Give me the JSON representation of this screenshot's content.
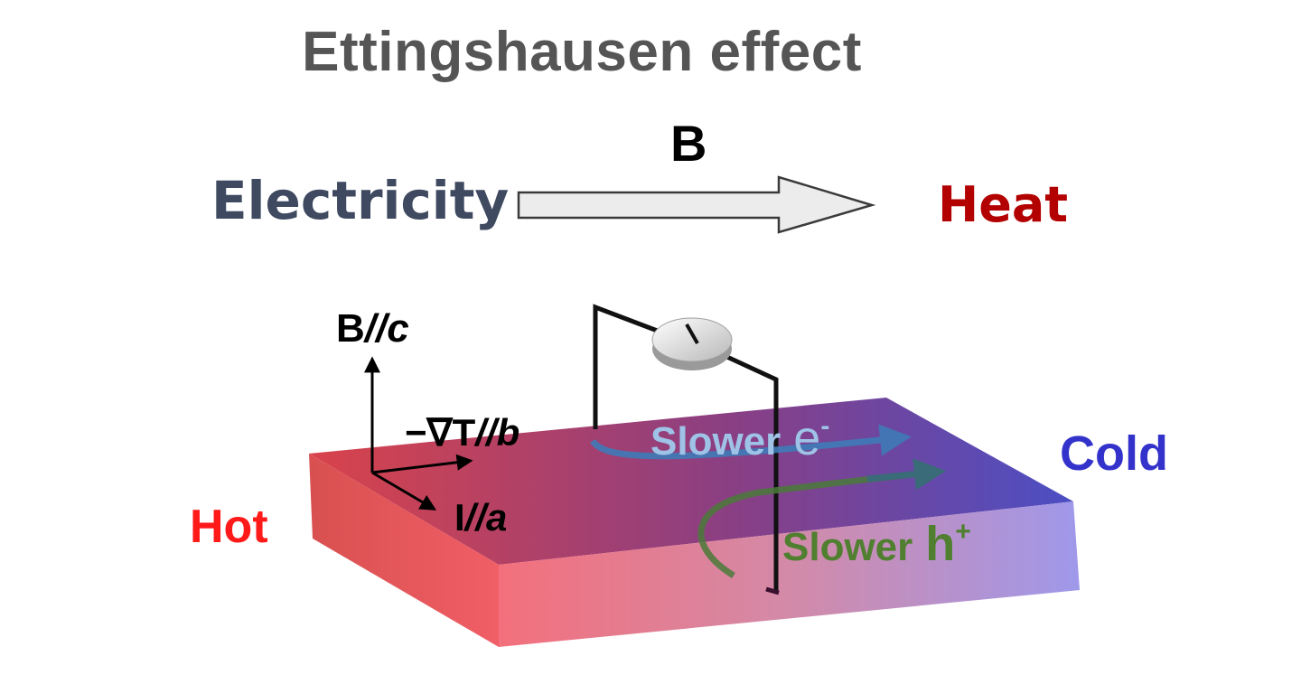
{
  "title": "Ettingshausen effect",
  "conversion": {
    "from": "Electricity",
    "field": "B",
    "to": "Heat"
  },
  "sample": {
    "hot_label": "Hot",
    "cold_label": "Cold",
    "hot_color": "#ff3b3b",
    "cold_color": "#5a5af0"
  },
  "axes": {
    "c": {
      "prefix": "B",
      "sep": "//",
      "dir": "c"
    },
    "b": {
      "prefix": "−∇T",
      "sep": "//",
      "dir": "b"
    },
    "a": {
      "prefix": "I",
      "sep": "//",
      "dir": "a"
    }
  },
  "carriers": {
    "electron": {
      "label": "Slower",
      "symbol": "e",
      "sup": "-",
      "color": "#9ec3e6"
    },
    "hole": {
      "label": "Slower",
      "symbol": "h",
      "sup": "+",
      "color": "#4f7f2f"
    }
  },
  "meter_icon": "voltmeter-icon"
}
